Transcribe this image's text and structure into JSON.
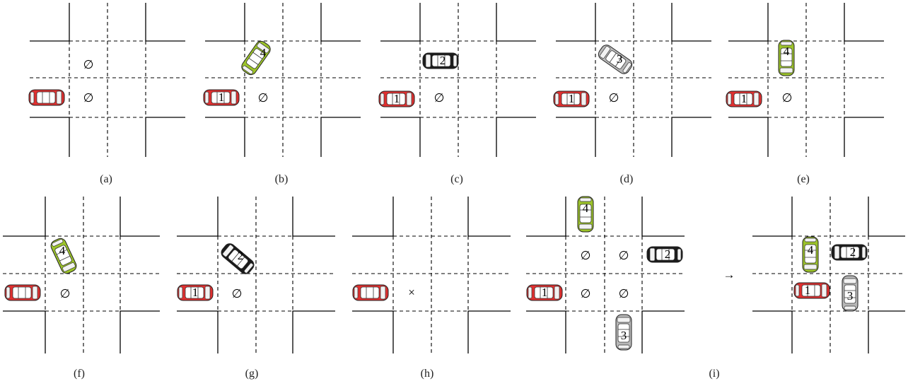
{
  "figure": {
    "captions": {
      "a": "(a)",
      "b": "(b)",
      "c": "(c)",
      "d": "(d)",
      "e": "(e)",
      "f": "(f)",
      "g": "(g)",
      "h": "(h)",
      "i": "(i)"
    },
    "symbols": {
      "empty": "∅",
      "blocked": "×",
      "arrow": "→"
    },
    "car_colors": {
      "1": "#e03030",
      "2": "#1a1a1a",
      "3": "#b8b8b8",
      "4": "#9cc32a"
    },
    "panels": {
      "a": {
        "car1_label": ""
      },
      "b": {
        "car1_label": "1",
        "moving_car_label": "4"
      },
      "c": {
        "car1_label": "1",
        "moving_car_label": "2"
      },
      "d": {
        "car1_label": "1",
        "moving_car_label": "3"
      },
      "e": {
        "car1_label": "1",
        "moving_car_label": "4"
      },
      "f": {
        "car1_label": "",
        "moving_car_label": "4"
      },
      "g": {
        "car1_label": "1",
        "moving_car_label": "2"
      },
      "h": {
        "car1_label": ""
      },
      "i_left": {
        "car1_label": "1",
        "car2_label": "2",
        "car3_label": "3",
        "car4_label": "4"
      },
      "i_right": {
        "car1_label": "1",
        "car2_label": "2",
        "car3_label": "3",
        "car4_label": "4"
      }
    }
  }
}
